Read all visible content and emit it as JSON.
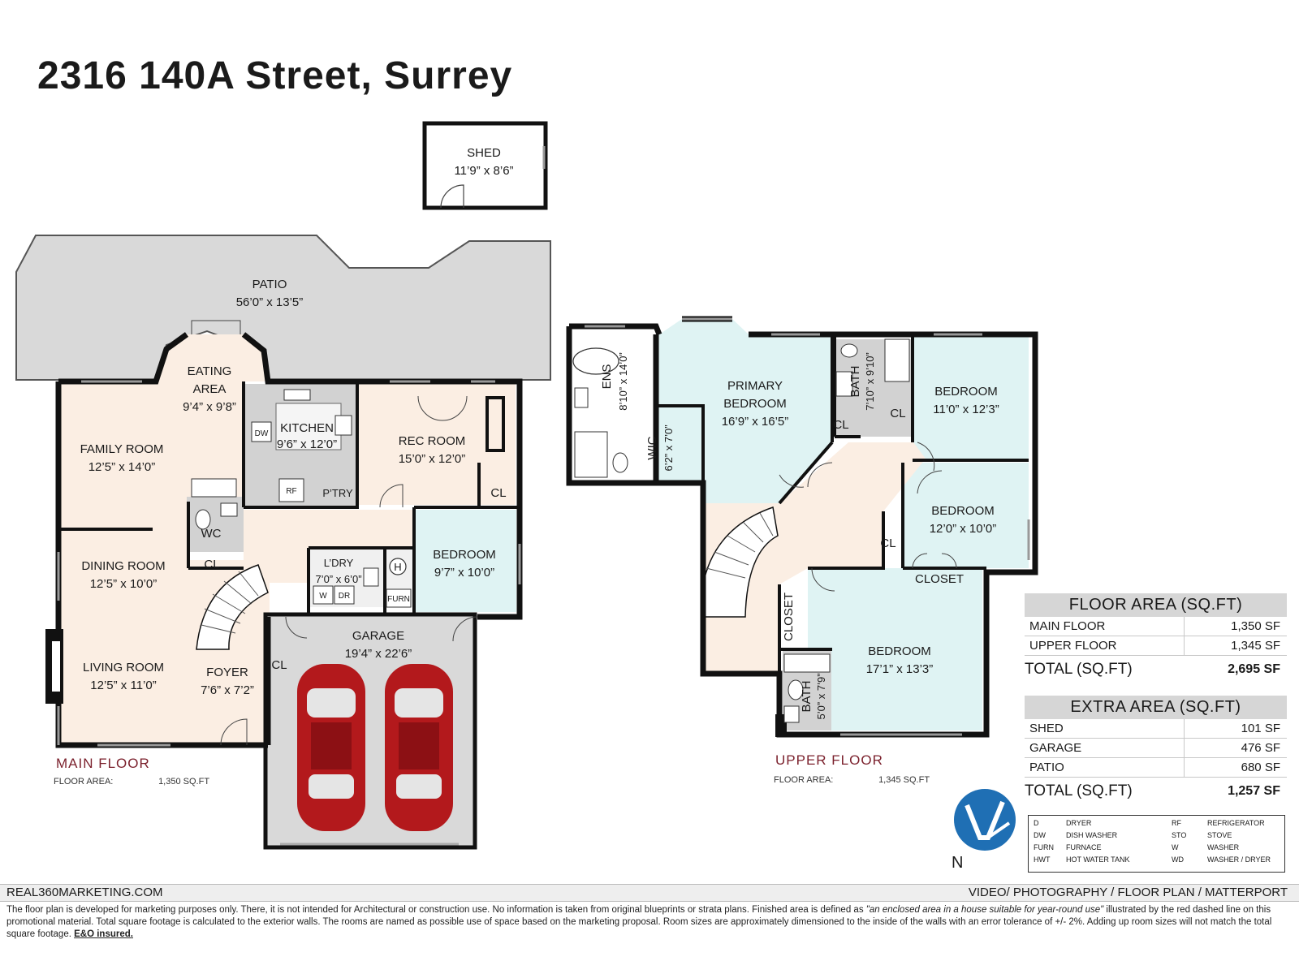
{
  "title": "2316  140A Street, Surrey",
  "rooms": {
    "shed": {
      "name": "SHED",
      "size": "11’9” x 8’6”"
    },
    "patio": {
      "name": "PATIO",
      "size": "56’0” x 13’5”"
    },
    "eating": {
      "name1": "EATING",
      "name2": "AREA",
      "size": "9’4” x 9’8”"
    },
    "family": {
      "name": "FAMILY ROOM",
      "size": "12’5” x 14’0”"
    },
    "kitchen": {
      "name": "KITCHEN",
      "size": "9’6” x 12’0”"
    },
    "rec": {
      "name": "REC ROOM",
      "size": "15’0” x 12’0”"
    },
    "dining": {
      "name": "DINING ROOM",
      "size": "12’5” x 10’0”"
    },
    "living": {
      "name": "LIVING ROOM",
      "size": "12’5” x 11’0”"
    },
    "foyer": {
      "name": "FOYER",
      "size": "7’6” x 7’2”"
    },
    "laundry": {
      "name": "L’DRY",
      "size": "7’0” x 6’0”"
    },
    "bedroom_main": {
      "name": "BEDROOM",
      "size": "9’7” x 10’0”"
    },
    "garage": {
      "name": "GARAGE",
      "size": "19’4” x 22’6”"
    },
    "wc": "WC",
    "pantry": "P’TRY",
    "cl": "CL",
    "dw": "DW",
    "rf": "RF",
    "w": "W",
    "dr": "DR",
    "h": "H",
    "furn": "FURN",
    "ens": {
      "name": "ENS",
      "size": "8’10” x 14’0”"
    },
    "wic": {
      "name": "WIC",
      "size": "6’2” x 7’0”"
    },
    "primary": {
      "name1": "PRIMARY",
      "name2": "BEDROOM",
      "size": "16’9” x 16’5”"
    },
    "bath_upper": {
      "name": "BATH",
      "size": "7’10” x 9’10”"
    },
    "bedroom_ne": {
      "name": "BEDROOM",
      "size": "11’0” x 12’3”"
    },
    "bedroom_e": {
      "name": "BEDROOM",
      "size": "12’0” x 10’0”"
    },
    "closet": "CLOSET",
    "bedroom_s": {
      "name": "BEDROOM",
      "size": "17’1” x 13’3”"
    },
    "bath_small": {
      "name": "BATH",
      "size": "5’0” x 7’9”"
    }
  },
  "main_floor": {
    "caption": "MAIN FLOOR",
    "area_label": "FLOOR AREA:",
    "area_value": "1,350 SQ.FT"
  },
  "upper_floor": {
    "caption": "UPPER FLOOR",
    "area_label": "FLOOR AREA:",
    "area_value": "1,345 SQ.FT"
  },
  "floor_area": {
    "heading": "FLOOR AREA (SQ.FT)",
    "rows": [
      {
        "label": "MAIN FLOOR",
        "value": "1,350 SF"
      },
      {
        "label": "UPPER FLOOR",
        "value": "1,345 SF"
      }
    ],
    "total_label": "TOTAL (SQ.FT)",
    "total_value": "2,695 SF"
  },
  "extra_area": {
    "heading": "EXTRA AREA (SQ.FT)",
    "rows": [
      {
        "label": "SHED",
        "value": "101 SF"
      },
      {
        "label": "GARAGE",
        "value": "476 SF"
      },
      {
        "label": "PATIO",
        "value": "680 SF"
      }
    ],
    "total_label": "TOTAL (SQ.FT)",
    "total_value": "1,257 SF"
  },
  "legend": [
    [
      "D",
      "DRYER",
      "RF",
      "REFRIGERATOR"
    ],
    [
      "DW",
      "DISH WASHER",
      "STO",
      "STOVE"
    ],
    [
      "FURN",
      "FURNACE",
      "W",
      "WASHER"
    ],
    [
      "HWT",
      "HOT WATER TANK",
      "WD",
      "WASHER / DRYER"
    ]
  ],
  "north": "N",
  "footer": {
    "left": "REAL360MARKETING.COM",
    "right": "VIDEO/ PHOTOGRAPHY / FLOOR PLAN / MATTERPORT",
    "disclaimer_a": "The floor plan is developed for marketing purposes only. There, it is not intended for Architectural or construction use. No information is  taken from original blueprints or strata plans. Finished area is defined as ",
    "disclaimer_quote": "\"an enclosed area in a house suitable for year-round use\"",
    "disclaimer_b": " illustrated by the red dashed line on this promotional material. Total square footage is calculated to the exterior walls. The rooms are named as possible use of space based on the marketing proposal. Room sizes are approximately dimensioned to the inside of the walls with an error tolerance of +/- 2%. Adding up room sizes will not match the total square footage. ",
    "disclaimer_eo": "E&O insured."
  },
  "colors": {
    "wall": "#111111",
    "patio": "#d9d9d9",
    "garage": "#d9d9d9",
    "warm_room": "#fbeee3",
    "cool_room": "#dff3f3",
    "wet_room": "#cfcfcf",
    "caption": "#7a1f2b",
    "car": "#b3191c",
    "logo": "#1f6fb4"
  }
}
